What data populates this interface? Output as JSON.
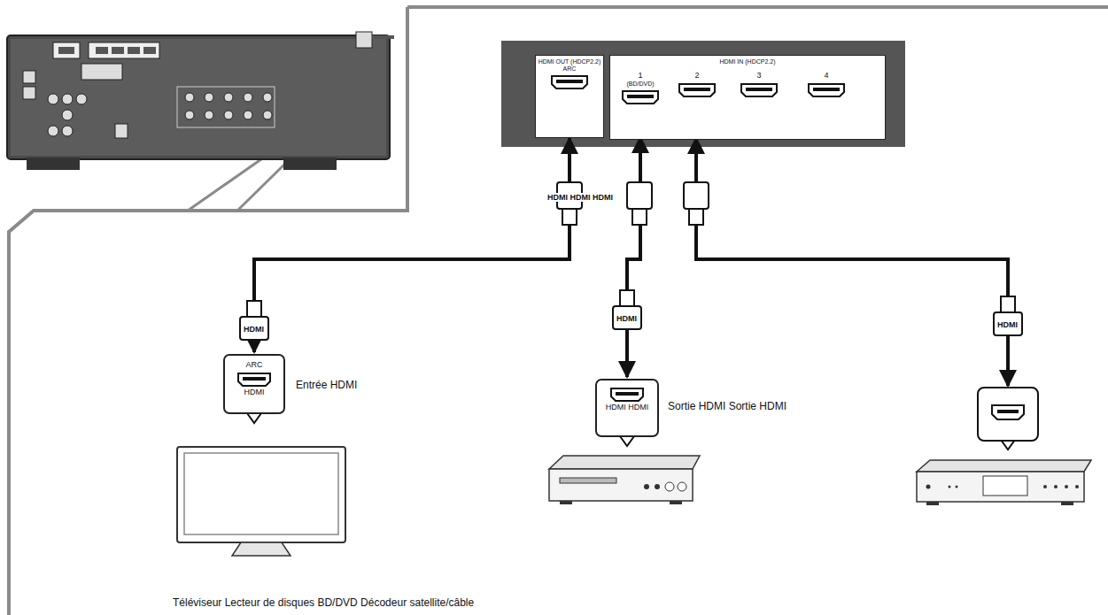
{
  "diagram": {
    "nodes": [
      {
        "text": [
          "HDMI OUT (HDCP2.2)",
          "ARC"
        ]
      },
      {
        "text": [
          "HDMI IN (HDCP2.2)"
        ]
      },
      {
        "text": [
          "1",
          "(BD/DVD)"
        ],
        "in": 1
      },
      {
        "text": [
          "2"
        ],
        "in": 1
      },
      {
        "text": [
          "3"
        ],
        "in": 1
      },
      {
        "text": [
          "4"
        ],
        "in": 1
      },
      {
        "text": [
          "ARC",
          "HDMI"
        ]
      },
      {
        "text": [
          "HDMI HDMI"
        ]
      }
    ],
    "edges": [
      {
        "from": 0,
        "to": 6,
        "arrow": "both"
      },
      {
        "from": 2,
        "to": 7,
        "arrow": "both"
      }
    ],
    "labels": [
      "HDMI HDMI HDMI",
      "HDMI",
      "HDMI",
      "HDMI",
      "Entrée HDMI",
      "Sortie HDMI Sortie HDMI",
      "Téléviseur Lecteur de disques BD/DVD Décodeur satellite/câble"
    ]
  }
}
